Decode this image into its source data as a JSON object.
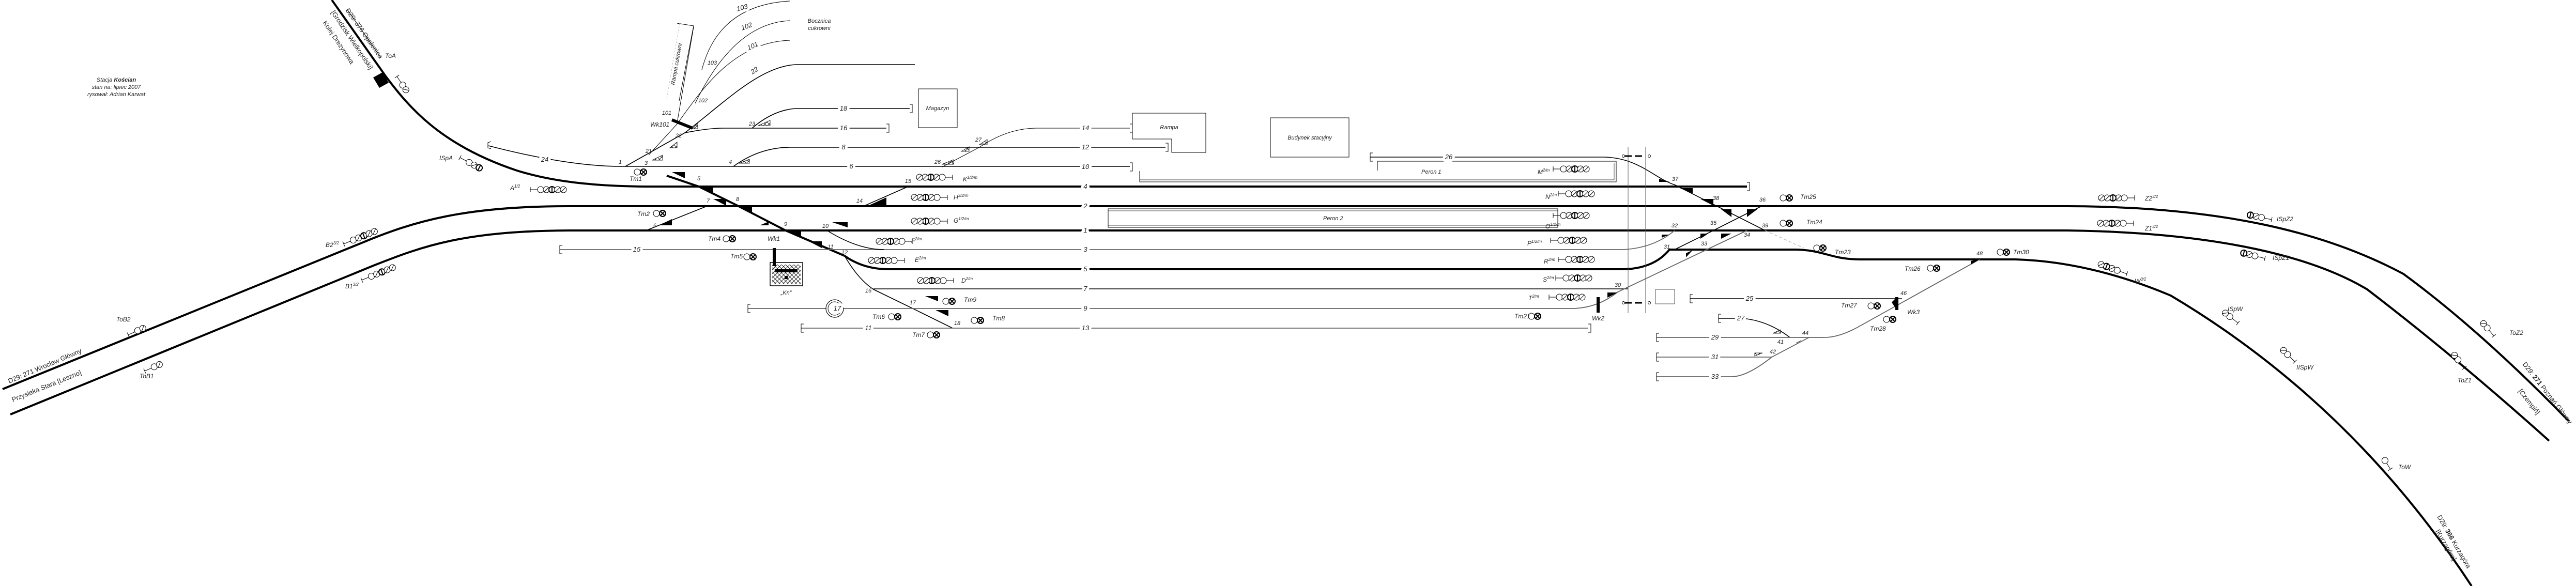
{
  "header": {
    "station_prefix": "Stacja",
    "station": "Kościan",
    "status": "stan na: lipiec 2007",
    "author": "rysował: Adrian Karwat"
  },
  "lines": {
    "wroclaw": "D29: 271 Wrocław Główny",
    "przysieka": "Przysieka Stara [Leszno]",
    "opalenica": "D29: 376 Opalenica",
    "grodzisk": "[Grodzisk Wielkopolski]",
    "drezyna": "Kolej Drezynowa",
    "poznan_prefix": "D29: ",
    "poznan_num": "271",
    "poznan_name": " Poznań Główny",
    "czempin": "[Czempiń]",
    "kurzagora_prefix": "D29: ",
    "kurzagora_num": "366",
    "kurzagora_name": " Kurzagóra",
    "kurzagora_alt": "[Kurzagóra]"
  },
  "buildings": {
    "magazyn": "Magazyn",
    "rampa": "Rampa",
    "budynek": "Budynek stacyjny",
    "peron1": "Peron 1",
    "peron2": "Peron 2",
    "rampa_cukrowni": "Rampa cukrowni",
    "bocznica_1": "Bocznica",
    "bocznica_2": "cukrowni",
    "kn": "„Kn”"
  },
  "tracks": [
    "24",
    "6",
    "8",
    "16",
    "18",
    "22",
    "101",
    "102",
    "103",
    "14",
    "12",
    "10",
    "4",
    "2",
    "1",
    "3",
    "5",
    "7",
    "9",
    "13",
    "15",
    "17",
    "11",
    "26",
    "25",
    "27",
    "29",
    "31",
    "33"
  ],
  "switches": [
    "1",
    "3",
    "21",
    "22",
    "23",
    "4",
    "26",
    "27",
    "5",
    "7",
    "8",
    "6",
    "9",
    "10",
    "11",
    "12",
    "14",
    "15",
    "16",
    "17",
    "18",
    "101",
    "102",
    "103",
    "37",
    "38",
    "36",
    "35",
    "39",
    "34",
    "32",
    "33",
    "31",
    "30",
    "48",
    "46",
    "44",
    "41",
    "42"
  ],
  "signals": [
    {
      "name": "ToA",
      "sup": ""
    },
    {
      "name": "ISpA",
      "sup": ""
    },
    {
      "name": "A",
      "sup": "1/2"
    },
    {
      "name": "B2",
      "sup": "3/2"
    },
    {
      "name": "B1",
      "sup": "3/2"
    },
    {
      "name": "ToB2",
      "sup": ""
    },
    {
      "name": "ToB1",
      "sup": ""
    },
    {
      "name": "K",
      "sup": "1/2/m"
    },
    {
      "name": "H",
      "sup": "3/2/m"
    },
    {
      "name": "G",
      "sup": "1/2/m"
    },
    {
      "name": "F",
      "sup": "2/m"
    },
    {
      "name": "E",
      "sup": "2/m"
    },
    {
      "name": "D",
      "sup": "2/m"
    },
    {
      "name": "M",
      "sup": "2/m"
    },
    {
      "name": "N",
      "sup": "2/m"
    },
    {
      "name": "O",
      "sup": "1/2/m"
    },
    {
      "name": "P",
      "sup": "1/2/m"
    },
    {
      "name": "R",
      "sup": "2/m"
    },
    {
      "name": "S",
      "sup": "2/m"
    },
    {
      "name": "T",
      "sup": "2/m"
    },
    {
      "name": "Z2",
      "sup": "3/2"
    },
    {
      "name": "Z1",
      "sup": "3/2"
    },
    {
      "name": "W",
      "sup": "3/2"
    },
    {
      "name": "ISpZ2",
      "sup": ""
    },
    {
      "name": "ISpZ1",
      "sup": ""
    },
    {
      "name": "ISpW",
      "sup": ""
    },
    {
      "name": "IISpW",
      "sup": ""
    },
    {
      "name": "ToW",
      "sup": ""
    },
    {
      "name": "ToZ2",
      "sup": ""
    },
    {
      "name": "ToZ1",
      "sup": ""
    }
  ],
  "shunting_signals": [
    "Tm1",
    "Tm2",
    "Tm4",
    "Tm5",
    "Tm6",
    "Tm7",
    "Tm8",
    "Tm9",
    "Tm21",
    "Tm23",
    "Tm24",
    "Tm25",
    "Tm26",
    "Tm27",
    "Tm28",
    "Tm30"
  ],
  "derailers": [
    "Wk1",
    "Wk2",
    "Wk3",
    "Wk101"
  ]
}
